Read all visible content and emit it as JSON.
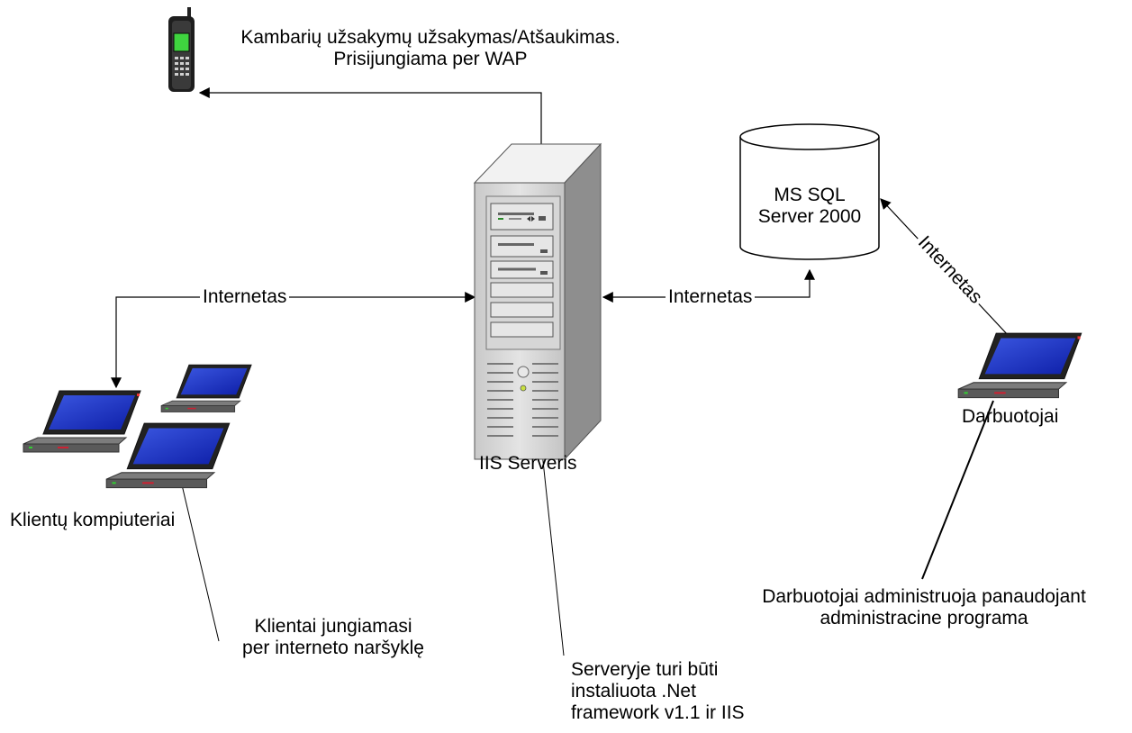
{
  "phone_caption": {
    "line1": "Kambarių užsakymų užsakymas/Atšaukimas.",
    "line2": "Prisijungiama per WAP"
  },
  "db_caption": {
    "line1": "MS SQL",
    "line2": "Server 2000"
  },
  "link_left": "Internetas",
  "link_right": "Internetas",
  "link_diagonal": "Internetas",
  "server_caption": "IIS Serveris",
  "clients_caption": "Klientų kompiuteriai",
  "employees_caption": "Darbuotojai",
  "clients_note": {
    "line1": "Klientai jungiamasi",
    "line2": "per interneto naršyklę"
  },
  "server_note": {
    "line1": "Serveryje turi būti",
    "line2": "instaliuota .Net",
    "line3": "framework v1.1 ir IIS"
  },
  "employees_note": {
    "line1": "Darbuotojai administruoja  panaudojant",
    "line2": "administracine programa"
  },
  "icons": [
    "mobile-phone-icon",
    "tower-server-icon",
    "database-cylinder-icon",
    "laptop-icon"
  ]
}
